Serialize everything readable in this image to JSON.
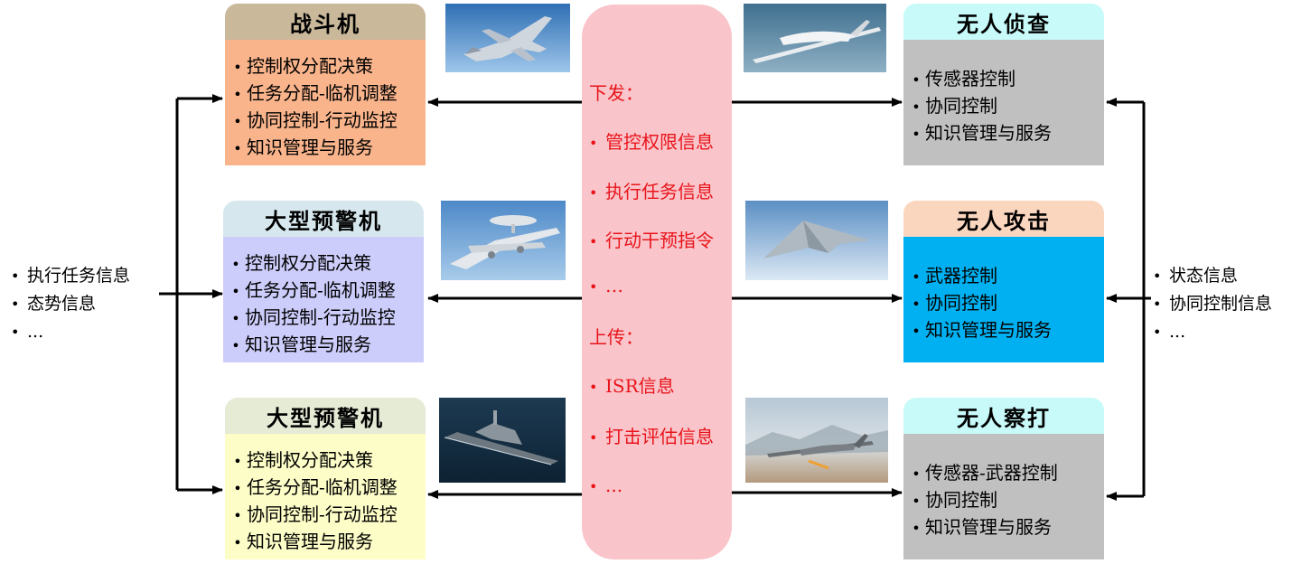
{
  "left_nodes": [
    {
      "title": "战斗机",
      "items": [
        "控制权分配决策",
        "任务分配-临机调整",
        "协同控制-行动监控",
        "知识管理与服务"
      ],
      "colors": {
        "title_bg": "#c9b99a",
        "body_bg": "#f9b48c"
      }
    },
    {
      "title": "大型预警机",
      "items": [
        "控制权分配决策",
        "任务分配-临机调整",
        "协同控制-行动监控",
        "知识管理与服务"
      ],
      "colors": {
        "title_bg": "#d6e8ee",
        "body_bg": "#cdcdfc"
      }
    },
    {
      "title": "大型预警机",
      "items": [
        "控制权分配决策",
        "任务分配-临机调整",
        "协同控制-行动监控",
        "知识管理与服务"
      ],
      "colors": {
        "title_bg": "#e6ebd6",
        "body_bg": "#fdfdc7"
      }
    }
  ],
  "right_nodes": [
    {
      "title": "无人侦查",
      "items": [
        "传感器控制",
        "协同控制",
        "知识管理与服务"
      ],
      "colors": {
        "title_bg": "#c8fafa",
        "body_bg": "#c0c0c0"
      }
    },
    {
      "title": "无人攻击",
      "items": [
        "武器控制",
        "协同控制",
        "知识管理与服务"
      ],
      "colors": {
        "title_bg": "#fbd6bf",
        "body_bg": "#00b0f0"
      }
    },
    {
      "title": "无人察打",
      "items": [
        "传感器-武器控制",
        "协同控制",
        "知识管理与服务"
      ],
      "colors": {
        "title_bg": "#c8fafa",
        "body_bg": "#c0c0c0"
      }
    }
  ],
  "left_info": [
    "执行任务信息",
    "态势信息",
    "..."
  ],
  "right_info": [
    "状态信息",
    "协同控制信息",
    "..."
  ],
  "center": {
    "downlink_heading": "下发：",
    "downlink_items": [
      "管控权限信息",
      "执行任务信息",
      "行动干预指令",
      "…"
    ],
    "uplink_heading": "上传：",
    "uplink_items": [
      "ISR信息",
      "打击评估信息",
      "..."
    ],
    "colors": {
      "pill_bg": "#f9c5cb",
      "text": "#e8141a"
    }
  },
  "photos": [
    "fighter-jet-photo",
    "early-warning-aircraft-photo",
    "warship-photo",
    "recon-drone-photo",
    "flying-wing-drone-photo",
    "strike-drone-photo"
  ]
}
